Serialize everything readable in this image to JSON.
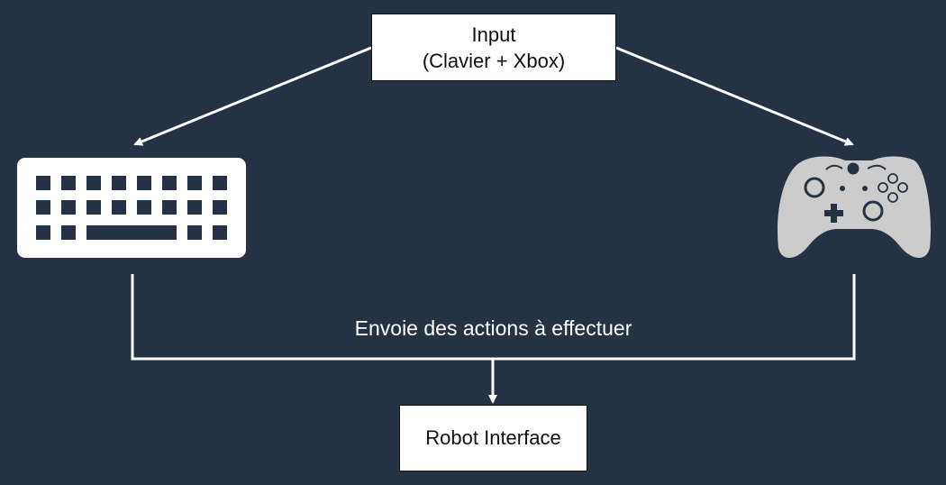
{
  "nodes": {
    "input_line1": "Input",
    "input_line2": "(Clavier + Xbox)",
    "robot": "Robot Interface"
  },
  "edge_label": "Envoie des actions à effectuer",
  "icons": {
    "left": "keyboard-icon",
    "right": "xbox-controller-icon"
  },
  "colors": {
    "background": "#243243",
    "lines": "#ffffff",
    "icons": "#cccccc"
  }
}
